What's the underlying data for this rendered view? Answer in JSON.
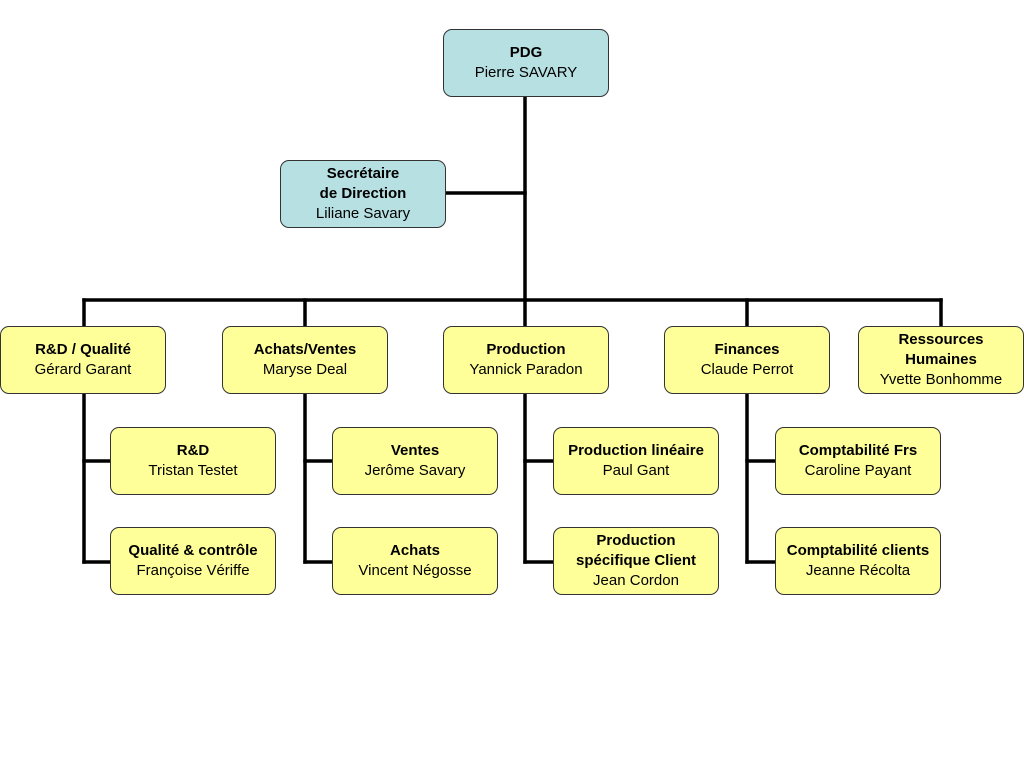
{
  "colors": {
    "executive_fill": "#b7e0e3",
    "department_fill": "#ffff99",
    "border": "#333333",
    "connector": "#000000"
  },
  "ceo": {
    "title": "PDG",
    "name": "Pierre SAVARY"
  },
  "secretary": {
    "title": "Secrétaire\nde Direction",
    "name": "Liliane Savary"
  },
  "departments": [
    {
      "title": "R&D / Qualité",
      "name": "Gérard Garant",
      "teams": [
        {
          "title": "R&D",
          "name": "Tristan Testet"
        },
        {
          "title": "Qualité & contrôle",
          "name": "Françoise Vériffe"
        }
      ]
    },
    {
      "title": "Achats/Ventes",
      "name": "Maryse Deal",
      "teams": [
        {
          "title": "Ventes",
          "name": "Jerôme Savary"
        },
        {
          "title": "Achats",
          "name": "Vincent Négosse"
        }
      ]
    },
    {
      "title": "Production",
      "name": "Yannick Paradon",
      "teams": [
        {
          "title": "Production linéaire",
          "name": "Paul Gant"
        },
        {
          "title": "Production\nspécifique Client",
          "name": "Jean Cordon"
        }
      ]
    },
    {
      "title": "Finances",
      "name": "Claude Perrot",
      "teams": [
        {
          "title": "Comptabilité Frs",
          "name": "Caroline Payant"
        },
        {
          "title": "Comptabilité clients",
          "name": "Jeanne Récolta"
        }
      ]
    },
    {
      "title": "Ressources\nHumaines",
      "name": "Yvette Bonhomme",
      "teams": []
    }
  ]
}
